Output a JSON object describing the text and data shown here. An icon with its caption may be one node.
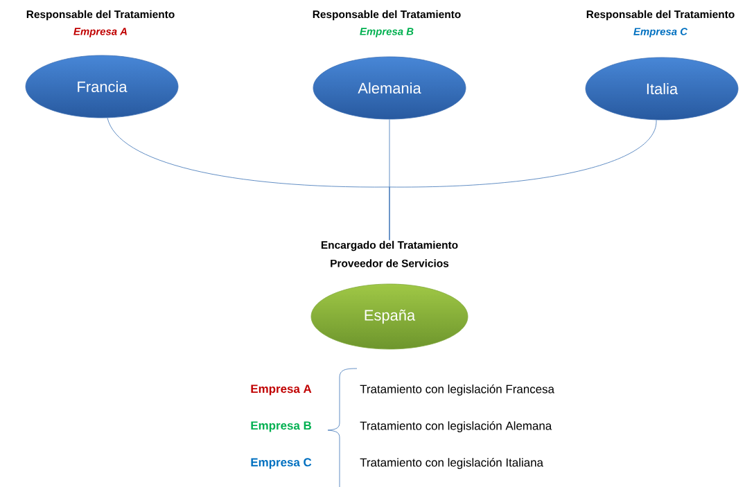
{
  "diagram": {
    "nodes": [
      {
        "text": [
          "Francia"
        ],
        "beside": [
          "Responsable del Tratamiento",
          "Empresa A"
        ]
      },
      {
        "text": [
          "Alemania"
        ],
        "beside": [
          "Responsable del Tratamiento",
          "Empresa B"
        ]
      },
      {
        "text": [
          "Italia"
        ],
        "beside": [
          "Responsable del Tratamiento",
          "Empresa C"
        ]
      },
      {
        "text": [
          "España"
        ],
        "beside": [
          "Encargado del Tratamiento",
          "Proveedor de Servicios"
        ]
      }
    ],
    "edges": [
      {
        "from": 0,
        "to": 3,
        "arrow": "none"
      },
      {
        "from": 1,
        "to": 3,
        "arrow": "none"
      },
      {
        "from": 2,
        "to": 3,
        "arrow": "none"
      }
    ],
    "labels": [
      "Empresa A",
      "Tratamiento con legislación Francesa",
      "Empresa B",
      "Tratamiento con legislación Alemana",
      "Empresa C",
      "Tratamiento con legislación Italiana"
    ]
  }
}
